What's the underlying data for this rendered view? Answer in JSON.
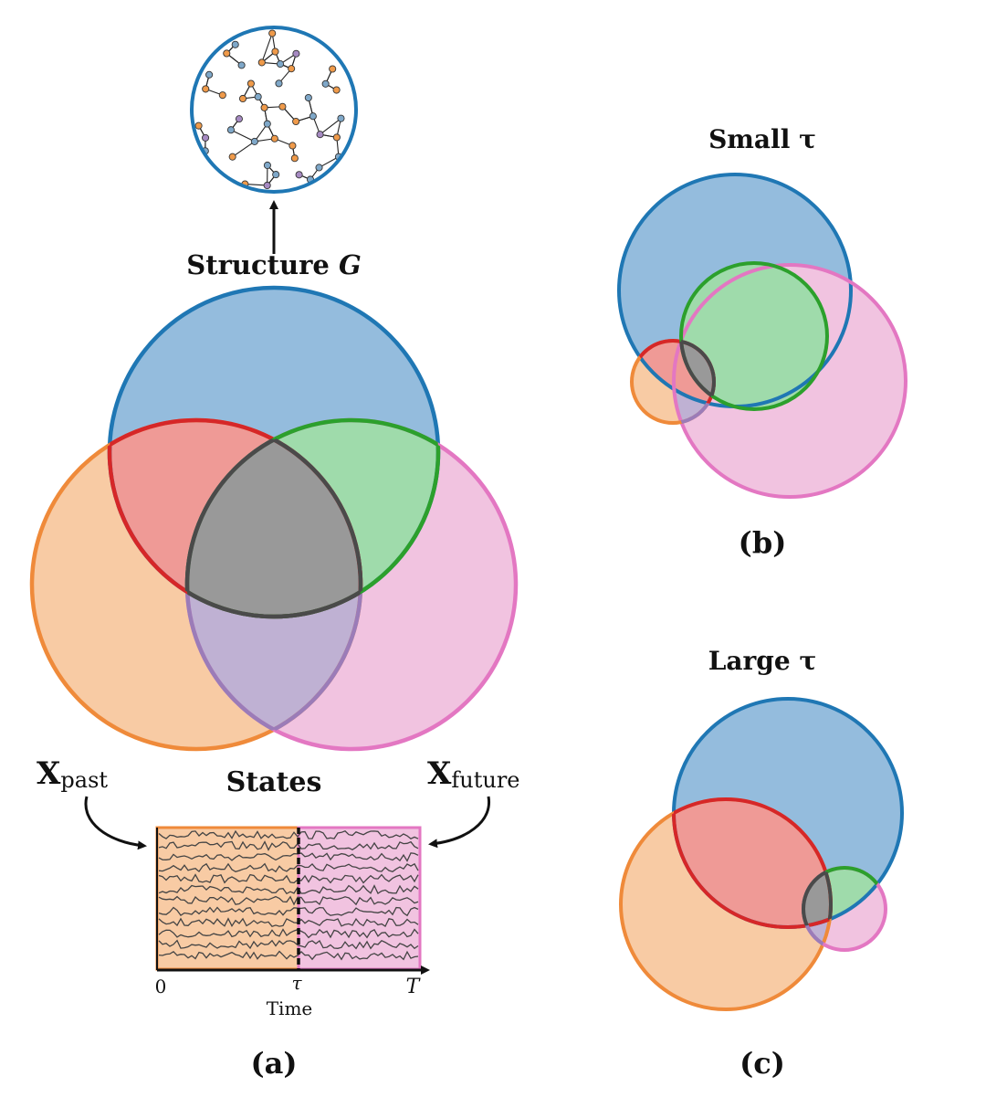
{
  "panel_a": {
    "graph_label_text": "Structure",
    "graph_label_var": "G",
    "states_label": "States",
    "x_past_main": "X",
    "x_past_sub": "past",
    "x_future_main": "X",
    "x_future_sub": "future",
    "axis_tick_0": "0",
    "axis_tick_tau": "τ",
    "axis_tick_T": "T",
    "axis_label": "Time",
    "caption": "(a)"
  },
  "panel_b": {
    "title": "Small τ",
    "caption": "(b)"
  },
  "panel_c": {
    "title": "Large τ",
    "caption": "(c)"
  },
  "colors": {
    "structure": "#1f77b4",
    "structure_fill": "#94bcdd",
    "past": "#ef8a3a",
    "past_fill": "#f8cba4",
    "future": "#e377c2",
    "future_fill": "#f1c3e0",
    "past_structure": "#d62728",
    "future_structure": "#2ca02c",
    "all_three": "#444444"
  }
}
